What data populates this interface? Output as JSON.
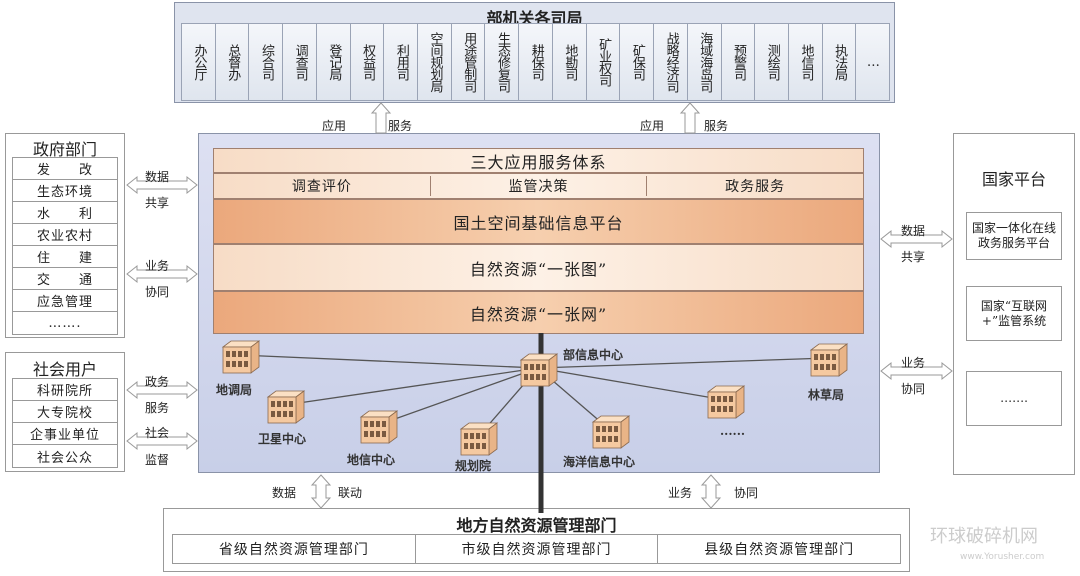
{
  "ministry": {
    "title": "部机关各司局",
    "departments": [
      "办公厅",
      "总督办",
      "综合司",
      "调查司",
      "登记局",
      "权益司",
      "利用司",
      "空间规划局",
      "用途管制司",
      "生态修复司",
      "耕保司",
      "地勘司",
      "矿业权司",
      "矿保司",
      "战略经济司",
      "海域海岛司",
      "预警司",
      "测绘司",
      "地信司",
      "执法局",
      "…"
    ]
  },
  "top_arrows": [
    {
      "left": "应用",
      "right": "服务"
    },
    {
      "left": "应用",
      "right": "服务"
    }
  ],
  "gov": {
    "title": "政府部门",
    "items": [
      "发　　改",
      "生态环境",
      "水　　利",
      "农业农村",
      "住　　建",
      "交　　通",
      "应急管理",
      "……."
    ]
  },
  "social": {
    "title": "社会用户",
    "items": [
      "科研院所",
      "大专院校",
      "企事业单位",
      "社会公众"
    ]
  },
  "left_arrows": [
    {
      "top": "数据",
      "bottom": "共享"
    },
    {
      "top": "业务",
      "bottom": "协同"
    },
    {
      "top": "政务",
      "bottom": "服务"
    },
    {
      "top": "社会",
      "bottom": "监督"
    }
  ],
  "layers": {
    "apps_title": "三大应用服务体系",
    "apps": [
      "调查评价",
      "监管决策",
      "政务服务"
    ],
    "platform": "国土空间基础信息平台",
    "map": "自然资源“一张图”",
    "network": "自然资源“一张网”"
  },
  "nodes": {
    "center": "部信息中心",
    "others": [
      "地调局",
      "卫星中心",
      "地信中心",
      "规划院",
      "海洋信息中心",
      "......",
      "林草局"
    ]
  },
  "national": {
    "title": "国家平台",
    "items": [
      "国家一体化在线政务服务平台",
      "国家“互联网+”监管系统",
      "……."
    ]
  },
  "right_arrows": [
    {
      "top": "数据",
      "bottom": "共享"
    },
    {
      "top": "业务",
      "bottom": "协同"
    }
  ],
  "bottom_arrows": [
    {
      "left": "数据",
      "right": "联动"
    },
    {
      "left": "业务",
      "right": "协同"
    }
  ],
  "local": {
    "title": "地方自然资源管理部门",
    "items": [
      "省级自然资源管理部门",
      "市级自然资源管理部门",
      "县级自然资源管理部门"
    ]
  },
  "watermark": {
    "name": "环球破碎机网",
    "url": "www.Yorusher.com"
  },
  "colors": {
    "main_bg": "#d4d9ee",
    "light_layer": "#fbe7d6",
    "dark_layer": "#f0b58c",
    "building": "#f5c9a0"
  }
}
